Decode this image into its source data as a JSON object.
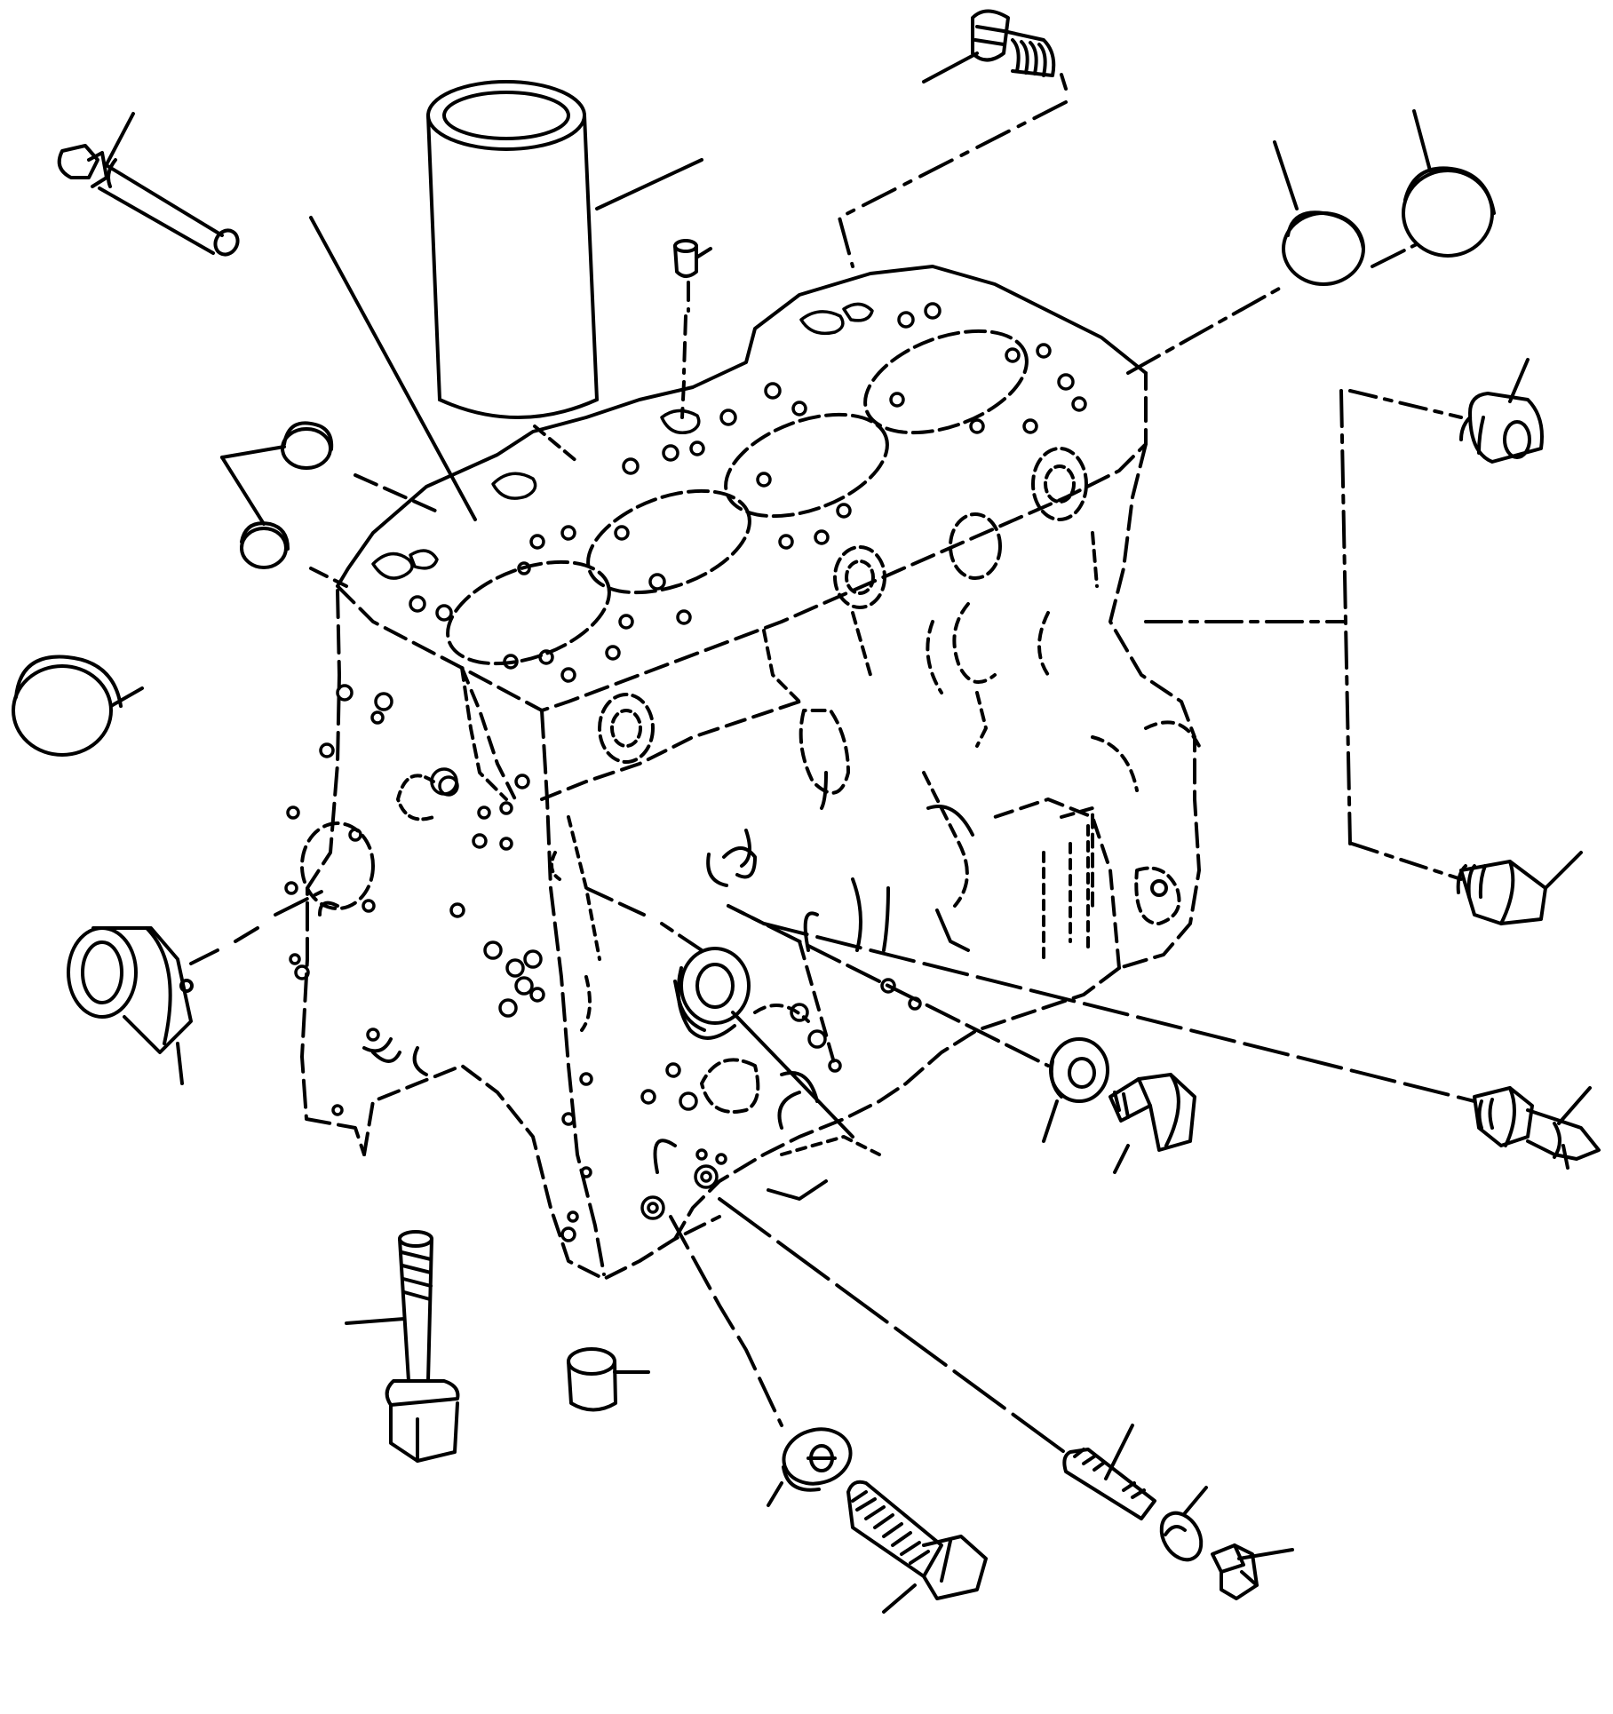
{
  "diagram": {
    "kind": "exploded-parts-illustration",
    "ink_color": "#000000",
    "paper_color": "#ffffff",
    "text_labels": []
  },
  "components": [
    {
      "name": "cylinder-block"
    },
    {
      "name": "cylinder-liner"
    },
    {
      "name": "dowel-pin-top"
    },
    {
      "name": "plug-top-right"
    },
    {
      "name": "expansion-plug-right-a"
    },
    {
      "name": "expansion-plug-right-b"
    },
    {
      "name": "plug-right-upper"
    },
    {
      "name": "plug-right-lower"
    },
    {
      "name": "long-stud-top-left"
    },
    {
      "name": "plug-left-small-a"
    },
    {
      "name": "plug-left-small-b"
    },
    {
      "name": "expansion-plug-left"
    },
    {
      "name": "cam-bushing"
    },
    {
      "name": "collar-front"
    },
    {
      "name": "gasket-washer-mid"
    },
    {
      "name": "bolt-mid"
    },
    {
      "name": "water-temp-sensor"
    },
    {
      "name": "flange-bolt-bottom-left"
    },
    {
      "name": "plug-bottom-small"
    },
    {
      "name": "washer-bottom"
    },
    {
      "name": "bolt-bottom"
    },
    {
      "name": "stud-bottom"
    },
    {
      "name": "spring-washer-bottom"
    },
    {
      "name": "nut-bottom"
    }
  ]
}
